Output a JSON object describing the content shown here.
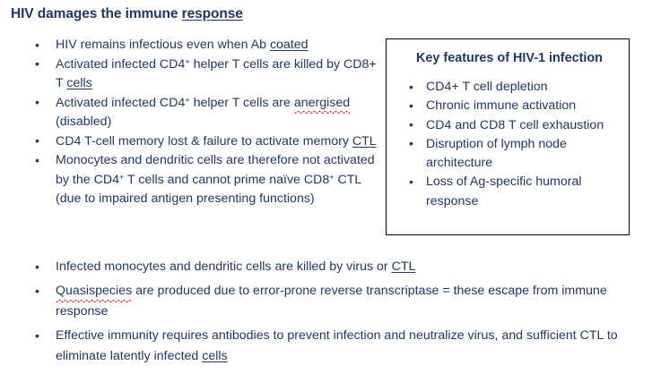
{
  "slide": {
    "title_plain": "HIV damages the immune response",
    "title_part1": "HIV damages the immune ",
    "title_underlined": "response",
    "text_color": "#1f3864",
    "box_border_color": "#000000",
    "spellcheck_color": "#e01b1b",
    "background": "#ffffff"
  },
  "main_bullets": [
    {
      "id": "bullet-ab-coated",
      "segments": [
        {
          "text": "HIV remains infectious even when Ab ",
          "style": "normal"
        },
        {
          "text": "coated",
          "style": "underline"
        }
      ]
    },
    {
      "id": "bullet-cd4-killed",
      "segments": [
        {
          "text": "Activated infected CD4",
          "style": "normal"
        },
        {
          "text": "+",
          "style": "superscript"
        },
        {
          "text": " helper T cells are killed by CD8+ T ",
          "style": "normal"
        },
        {
          "text": "cells",
          "style": "underline"
        }
      ]
    },
    {
      "id": "bullet-cd4-anergised",
      "segments": [
        {
          "text": "Activated infected CD4",
          "style": "normal"
        },
        {
          "text": "+",
          "style": "superscript"
        },
        {
          "text": " helper T cells are ",
          "style": "normal"
        },
        {
          "text": "anergised",
          "style": "spellcheck"
        },
        {
          "text": " (disabled)",
          "style": "normal"
        }
      ]
    },
    {
      "id": "bullet-memory-ctl",
      "segments": [
        {
          "text": "CD4 T-cell memory lost & failure to activate memory ",
          "style": "normal"
        },
        {
          "text": "CTL",
          "style": "underline"
        }
      ]
    },
    {
      "id": "bullet-monocytes-dendritic",
      "segments": [
        {
          "text": "Monocytes and dendritic cells are therefore not activated by the CD4",
          "style": "normal"
        },
        {
          "text": "+",
          "style": "superscript"
        },
        {
          "text": " T cells and cannot prime naïve CD8",
          "style": "normal"
        },
        {
          "text": "+",
          "style": "superscript"
        },
        {
          "text": " CTL (due to impaired antigen presenting functions)",
          "style": "normal"
        }
      ]
    }
  ],
  "wide_bullets": [
    {
      "id": "bullet-infected-monocytes",
      "segments": [
        {
          "text": "Infected monocytes and dendritic cells are killed by virus or ",
          "style": "normal"
        },
        {
          "text": "CTL",
          "style": "underline"
        }
      ]
    },
    {
      "id": "bullet-quasispecies",
      "segments": [
        {
          "text": "Quasispecies",
          "style": "spellcheck"
        },
        {
          "text": " are produced due to error-prone reverse transcriptase = these escape from immune response",
          "style": "normal"
        }
      ]
    },
    {
      "id": "bullet-effective-immunity",
      "segments": [
        {
          "text": "Effective immunity requires antibodies to prevent infection and neutralize virus, and sufficient CTL to eliminate latently infected ",
          "style": "normal"
        },
        {
          "text": "cells",
          "style": "underline"
        }
      ]
    }
  ],
  "key_box": {
    "title": "Key features of HIV-1 infection",
    "items": [
      "CD4+ T cell depletion",
      "Chronic immune activation",
      "CD4 and CD8 T cell exhaustion",
      "Disruption of lymph node architecture",
      "Loss of Ag-specific humoral response"
    ]
  }
}
